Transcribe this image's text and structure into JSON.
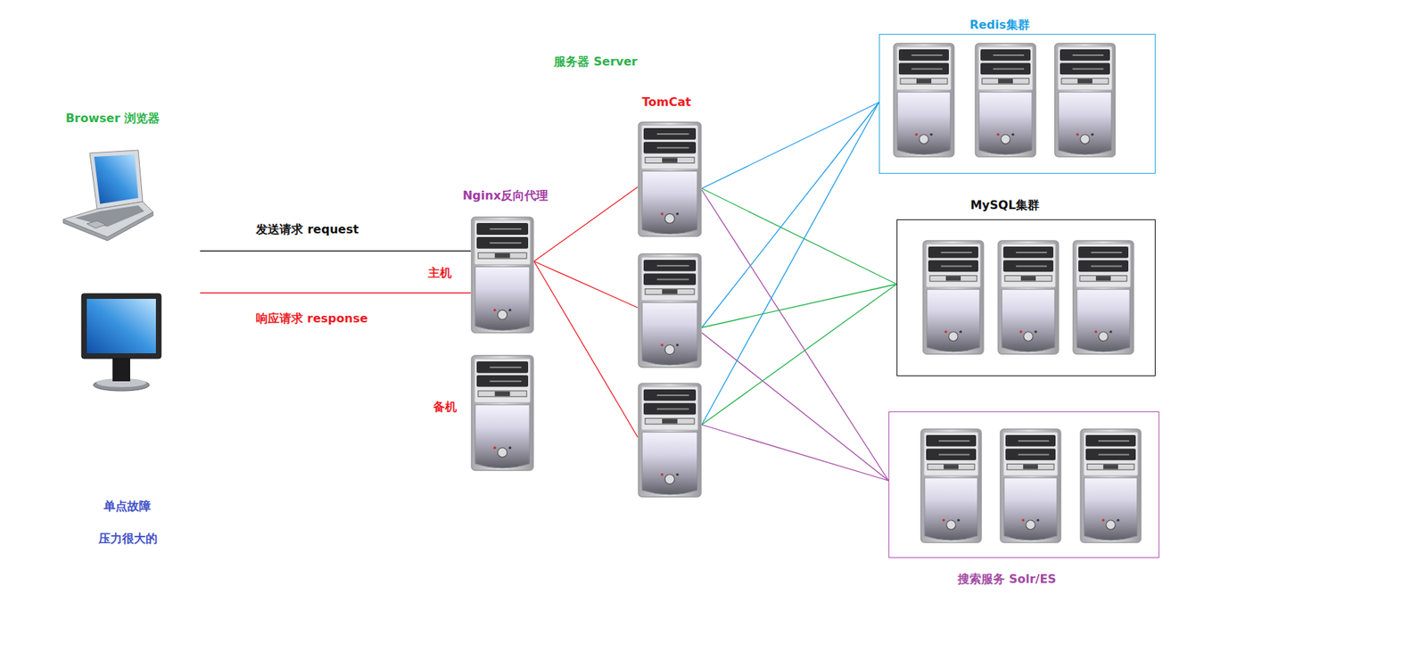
{
  "diagram": {
    "nodes": [
      {
        "text": [
          "Browser 浏览器"
        ]
      },
      {
        "text": [
          "Nginx反向代理",
          "主机"
        ]
      },
      {
        "text": [
          "备机"
        ]
      },
      {
        "text": [
          "TomCat"
        ]
      },
      {
        "text": []
      },
      {
        "text": []
      },
      {
        "text": [
          "Redis集群"
        ]
      },
      {
        "text": [
          "MySQL集群"
        ]
      },
      {
        "text": [
          "搜索服务 Solr/ES"
        ]
      }
    ],
    "edges": [
      {
        "from": 0,
        "to": 1,
        "label": "发送请求 request",
        "arrow": "none"
      },
      {
        "from": 1,
        "to": 0,
        "label": "响应请求 response",
        "arrow": "none"
      },
      {
        "from": 1,
        "to": 3,
        "arrow": "none"
      },
      {
        "from": 1,
        "to": 4,
        "arrow": "none"
      },
      {
        "from": 1,
        "to": 5,
        "arrow": "none"
      },
      {
        "from": 3,
        "to": 6,
        "arrow": "none"
      },
      {
        "from": 3,
        "to": 7,
        "arrow": "none"
      },
      {
        "from": 3,
        "to": 8,
        "arrow": "none"
      },
      {
        "from": 4,
        "to": 6,
        "arrow": "none"
      },
      {
        "from": 4,
        "to": 7,
        "arrow": "none"
      },
      {
        "from": 4,
        "to": 8,
        "arrow": "none"
      },
      {
        "from": 5,
        "to": 6,
        "arrow": "none"
      },
      {
        "from": 5,
        "to": 7,
        "arrow": "none"
      },
      {
        "from": 5,
        "to": 8,
        "arrow": "none"
      }
    ],
    "labels": [
      "服务器 Server",
      "单点故障",
      "压力很大的"
    ]
  }
}
